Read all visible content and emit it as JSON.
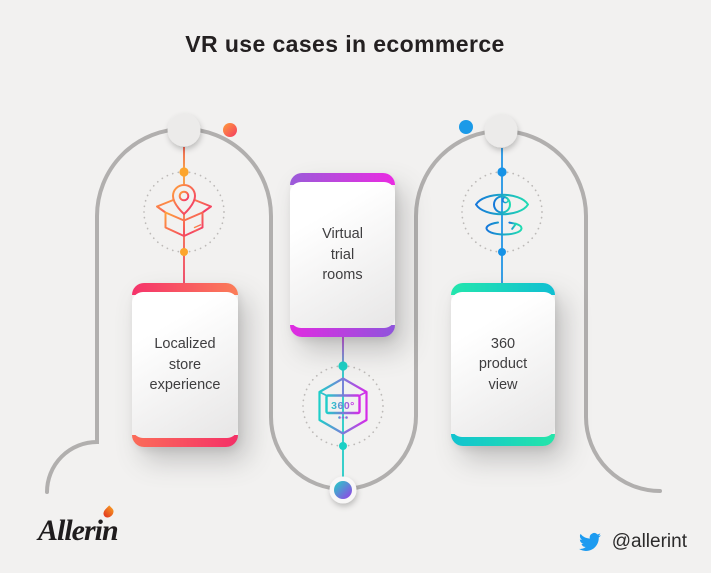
{
  "title": "VR use cases in ecommerce",
  "cards": [
    {
      "id": "localized-store-experience",
      "text": "Localized\nstore\nexperience"
    },
    {
      "id": "virtual-trial-rooms",
      "text": "Virtual\ntrial\nrooms"
    },
    {
      "id": "360-product-view",
      "text": "360\nproduct\nview"
    }
  ],
  "icons": {
    "left": "open-box-with-location-pin",
    "center": "hexagon-360-degree-view",
    "right": "eye-with-rotation-arrow",
    "hexagon_display_label": "360°"
  },
  "footer": {
    "brand_logo_text": "Allerin",
    "twitter_handle": "@allerint"
  },
  "colors": {
    "background": "#F2F1F0",
    "title_text": "#242021",
    "card_text": "#3F3E40",
    "path_gray": "#B1AFAE",
    "accent_orange": "#FFA13C",
    "accent_pink": "#F22E6C",
    "accent_purple": "#9A5BD9",
    "accent_magenta": "#E92BE2",
    "accent_blue": "#1690E4",
    "accent_teal": "#1ECEC9",
    "twitter_blue": "#1D9BF0"
  }
}
